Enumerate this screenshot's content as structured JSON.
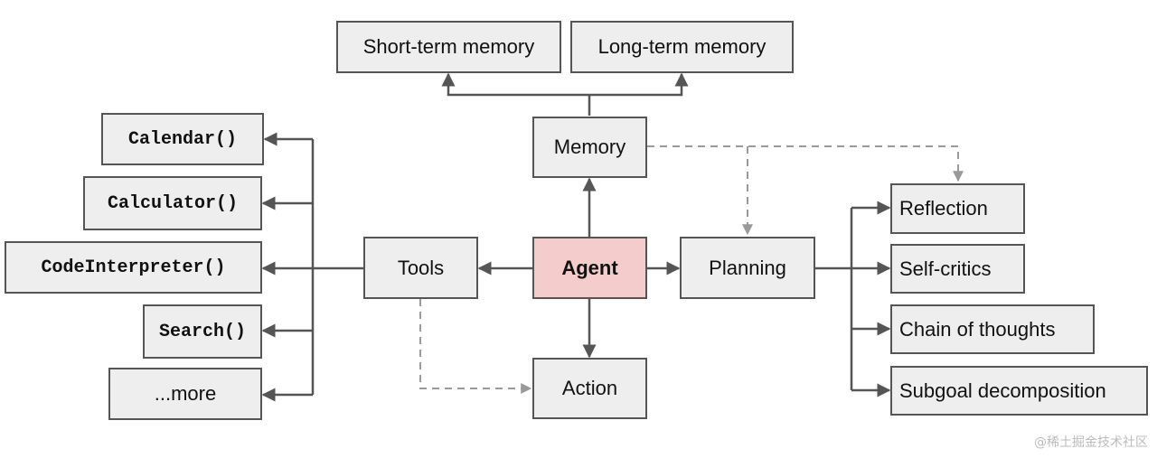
{
  "colors": {
    "node_fill": "#eeeeee",
    "node_border": "#555555",
    "agent_fill": "#f4cccc",
    "solid_arrow": "#555555",
    "dashed_arrow": "#999999"
  },
  "nodes": {
    "short_term_memory": "Short-term memory",
    "long_term_memory": "Long-term memory",
    "memory": "Memory",
    "agent": "Agent",
    "tools": "Tools",
    "planning": "Planning",
    "action": "Action",
    "calendar": "Calendar()",
    "calculator": "Calculator()",
    "code_interpreter": "CodeInterpreter()",
    "search": "Search()",
    "more": "...more",
    "reflection": "Reflection",
    "self_critics": "Self-critics",
    "chain_of_thoughts": "Chain of thoughts",
    "subgoal_decomposition": "Subgoal decomposition"
  },
  "watermark": "@稀土掘金技术社区"
}
